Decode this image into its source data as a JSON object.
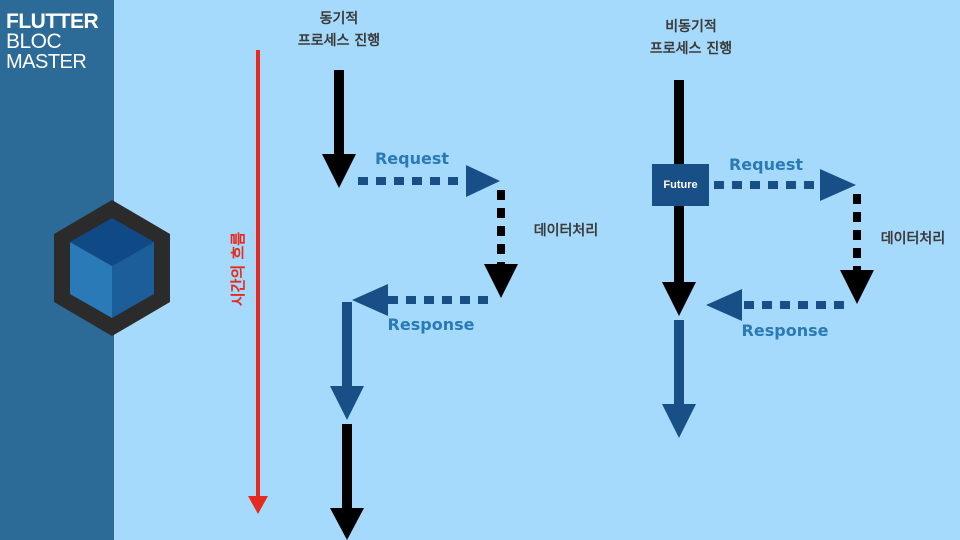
{
  "brand": {
    "line1": "FLUTTER",
    "line2": "BLOC",
    "line3": "MASTER"
  },
  "timeline": {
    "label": "시간의 흐름"
  },
  "sync": {
    "title_line1": "동기적",
    "title_line2": "프로세스 진행",
    "request": "Request",
    "processing": "데이터처리",
    "response": "Response"
  },
  "async": {
    "title_line1": "비동기적",
    "title_line2": "프로세스 진행",
    "future": "Future",
    "request": "Request",
    "processing": "데이터처리",
    "response": "Response"
  },
  "colors": {
    "background": "#a6dafc",
    "sidebar": "#2c6a98",
    "main_flow": "#000000",
    "request_flow": "#174f86",
    "timeline": "#e62b1e",
    "label_blue": "#2a7ab8"
  },
  "icons": [
    "hexagon-cube-logo",
    "timeline-arrow-icon"
  ]
}
